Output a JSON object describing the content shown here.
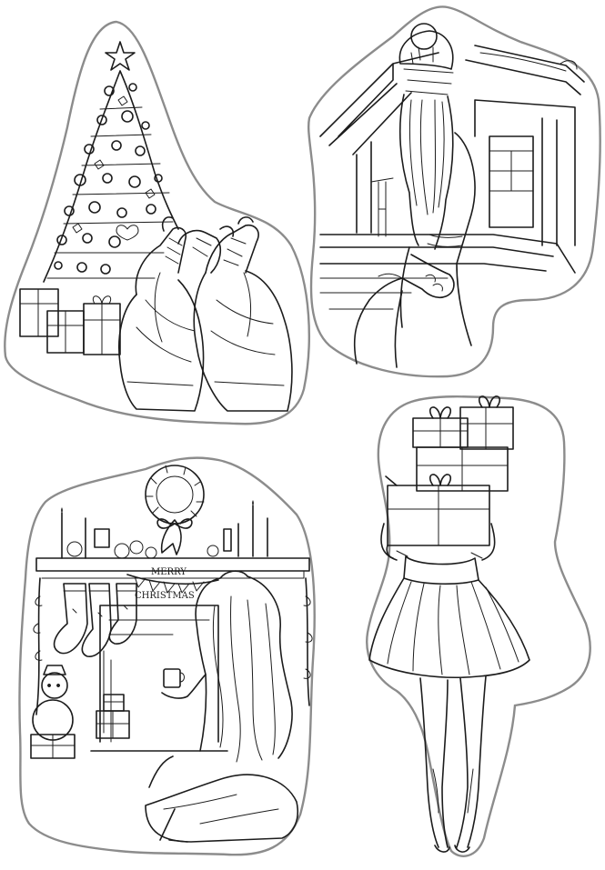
{
  "stamps": [
    {
      "id": "tree-girls",
      "subject": "christmas-tree-girls-socks"
    },
    {
      "id": "house-hand",
      "subject": "girl-leading-hand-to-house"
    },
    {
      "id": "fireplace",
      "subject": "girl-at-fireplace"
    },
    {
      "id": "gifts-girl",
      "subject": "girl-carrying-gifts"
    }
  ],
  "banner": {
    "line1": "MERRY",
    "line2": "CHRISTMAS"
  },
  "colors": {
    "ink": "#1c1c1c",
    "outline": "#8c8c8c",
    "background": "#ffffff"
  }
}
